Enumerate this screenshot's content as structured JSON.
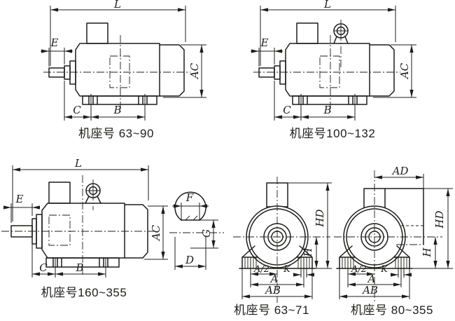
{
  "colors": {
    "ink": "#1d1d1b",
    "paper": "#ffffff"
  },
  "figures": {
    "side_view_63_90": {
      "caption": "机座号 63~90",
      "dims": {
        "L": "L",
        "E": "E",
        "AC": "AC",
        "C": "C",
        "B": "B"
      }
    },
    "side_view_100_132": {
      "caption": "机座号100~132",
      "dims": {
        "L": "L",
        "E": "E",
        "AC": "AC",
        "C": "C",
        "B": "B"
      }
    },
    "side_view_160_355": {
      "caption": "机座号160~355",
      "dims": {
        "L": "L",
        "E": "E",
        "AC": "AC",
        "C": "C",
        "B": "B"
      }
    },
    "shaft_section": {
      "dims": {
        "F": "F",
        "G": "G",
        "D": "D"
      }
    },
    "front_view_63_71": {
      "caption": "机座号 63~71",
      "dims": {
        "HD": "HD",
        "H": "H",
        "A_half": "A/2",
        "K": "K",
        "A": "A",
        "AB": "AB"
      }
    },
    "front_view_80_355": {
      "caption": "机座号 80~355",
      "dims": {
        "AD": "AD",
        "HD": "HD",
        "H": "H",
        "A_half": "A/2",
        "K": "K",
        "A": "A",
        "AB": "AB"
      }
    }
  }
}
